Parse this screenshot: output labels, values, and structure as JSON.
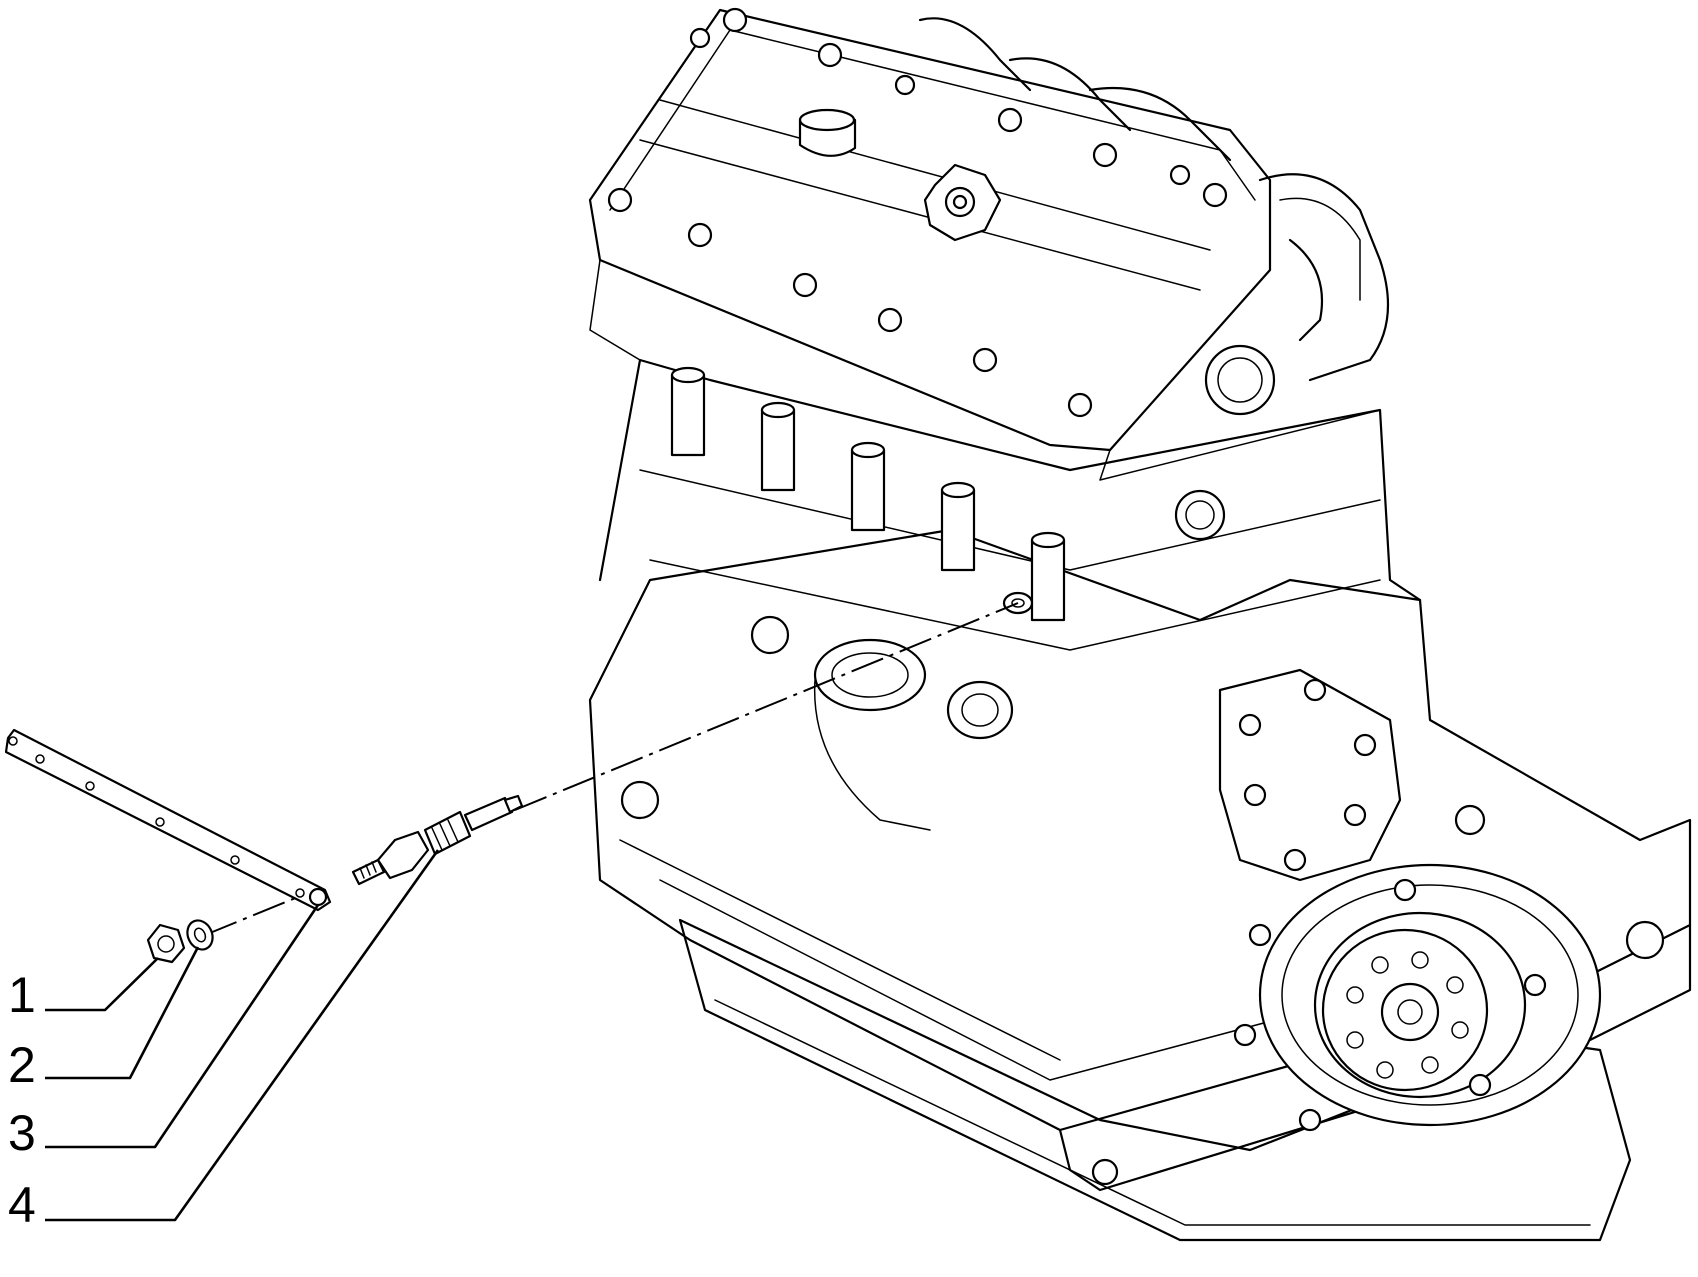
{
  "diagram": {
    "type": "exploded-parts-drawing",
    "callouts": [
      {
        "number": "1",
        "part": "nut-icon"
      },
      {
        "number": "2",
        "part": "washer-icon"
      },
      {
        "number": "3",
        "part": "bus-bar-icon"
      },
      {
        "number": "4",
        "part": "glow-plug-icon"
      }
    ],
    "line_color": "#000000",
    "background": "#ffffff"
  }
}
